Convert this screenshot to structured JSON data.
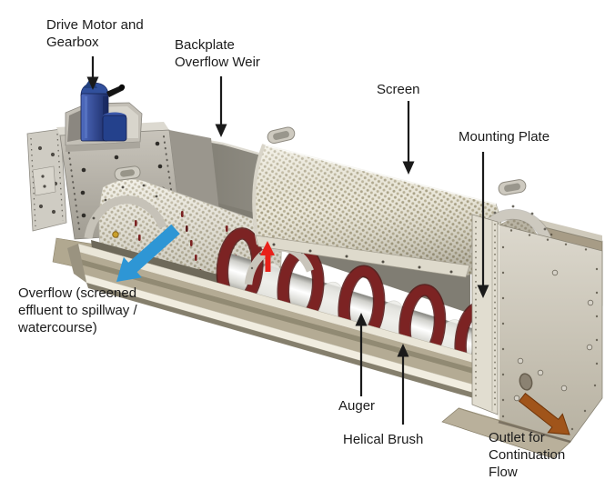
{
  "diagram": {
    "background": "#ffffff",
    "labels": {
      "drive_motor": [
        "Drive Motor and",
        "Gearbox"
      ],
      "backplate_overflow_weir": [
        "Backplate",
        "Overflow Weir"
      ],
      "screen": "Screen",
      "mounting_plate": "Mounting Plate",
      "overflow": [
        "Overflow (screened",
        "effluent to spillway /",
        "watercourse)"
      ],
      "auger": "Auger",
      "helical_brush": "Helical Brush",
      "outlet_continuation": [
        "Outlet for",
        "Continuation",
        "Flow"
      ]
    },
    "arrows": {
      "label_pointer_color": "#1a1a1a",
      "overflow_color": "#2e96d5",
      "internal_flow_color": "#e8211a",
      "outlet_color": "#a0541a"
    },
    "machine": {
      "body_steel": "#c6c2b8",
      "backplate_gray": "#9b978e",
      "trough_tan": "#b4ab94",
      "screen_mesh": "#edeadd",
      "brush_maroon": "#7b2222",
      "auger_silver": "#f5f5f2",
      "motor_blue": "#2a4390"
    }
  }
}
